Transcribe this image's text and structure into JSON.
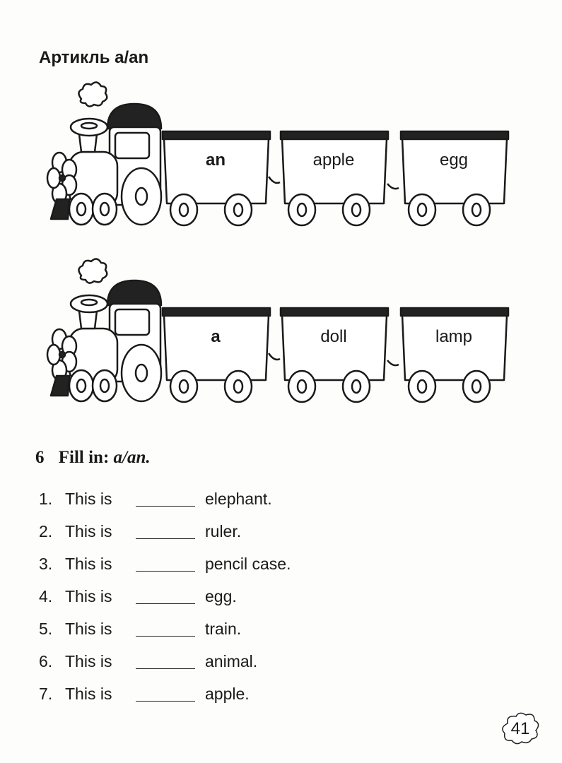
{
  "title": "Артикль a/an",
  "trains": [
    {
      "wagons": [
        "an",
        "apple",
        "egg"
      ]
    },
    {
      "wagons": [
        "a",
        "doll",
        "lamp"
      ]
    }
  ],
  "exercise": {
    "number": "6",
    "instruction": "Fill in:",
    "instruction_italic": "a/an.",
    "items": [
      {
        "n": "1.",
        "text": "This is",
        "word": "elephant."
      },
      {
        "n": "2.",
        "text": "This is",
        "word": "ruler."
      },
      {
        "n": "3.",
        "text": "This is",
        "word": "pencil case."
      },
      {
        "n": "4.",
        "text": "This is",
        "word": "egg."
      },
      {
        "n": "5.",
        "text": "This is",
        "word": "train."
      },
      {
        "n": "6.",
        "text": "This is",
        "word": "animal."
      },
      {
        "n": "7.",
        "text": "This is",
        "word": "apple."
      }
    ]
  },
  "page_number": "41"
}
